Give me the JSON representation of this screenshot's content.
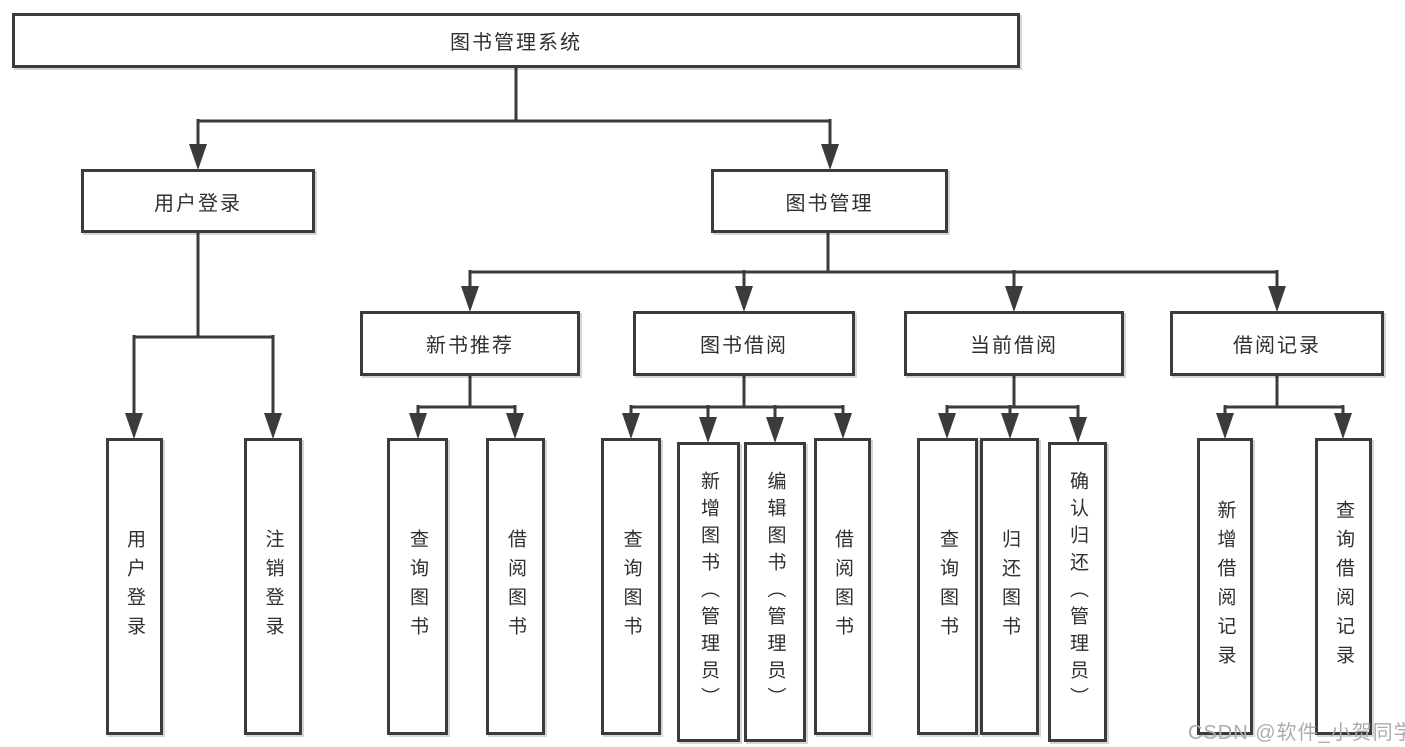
{
  "diagram": {
    "title": "图书管理系统",
    "root": {
      "label": "图书管理系统"
    },
    "level2": [
      {
        "label": "用户登录"
      },
      {
        "label": "图书管理"
      }
    ],
    "level3": [
      {
        "label": "新书推荐",
        "parent": "图书管理"
      },
      {
        "label": "图书借阅",
        "parent": "图书管理"
      },
      {
        "label": "当前借阅",
        "parent": "图书管理"
      },
      {
        "label": "借阅记录",
        "parent": "图书管理"
      }
    ],
    "leaves": [
      {
        "label": "用户登录",
        "parent": "用户登录"
      },
      {
        "label": "注销登录",
        "parent": "用户登录"
      },
      {
        "label": "查询图书",
        "parent": "新书推荐"
      },
      {
        "label": "借阅图书",
        "parent": "新书推荐"
      },
      {
        "label": "查询图书",
        "parent": "图书借阅"
      },
      {
        "label": "新增图书（管理员）",
        "parent": "图书借阅"
      },
      {
        "label": "编辑图书（管理员）",
        "parent": "图书借阅"
      },
      {
        "label": "借阅图书",
        "parent": "图书借阅"
      },
      {
        "label": "查询图书",
        "parent": "当前借阅"
      },
      {
        "label": "归还图书",
        "parent": "当前借阅"
      },
      {
        "label": "确认归还（管理员）",
        "parent": "当前借阅"
      },
      {
        "label": "新增借阅记录",
        "parent": "借阅记录"
      },
      {
        "label": "查询借阅记录",
        "parent": "借阅记录"
      }
    ],
    "colors": {
      "line": "#3b3b3b",
      "text": "#2f2f2f",
      "background": "#ffffff",
      "watermark": "#b2aaaa"
    }
  },
  "watermark": {
    "text": "CSDN @软件_小贺同学"
  }
}
